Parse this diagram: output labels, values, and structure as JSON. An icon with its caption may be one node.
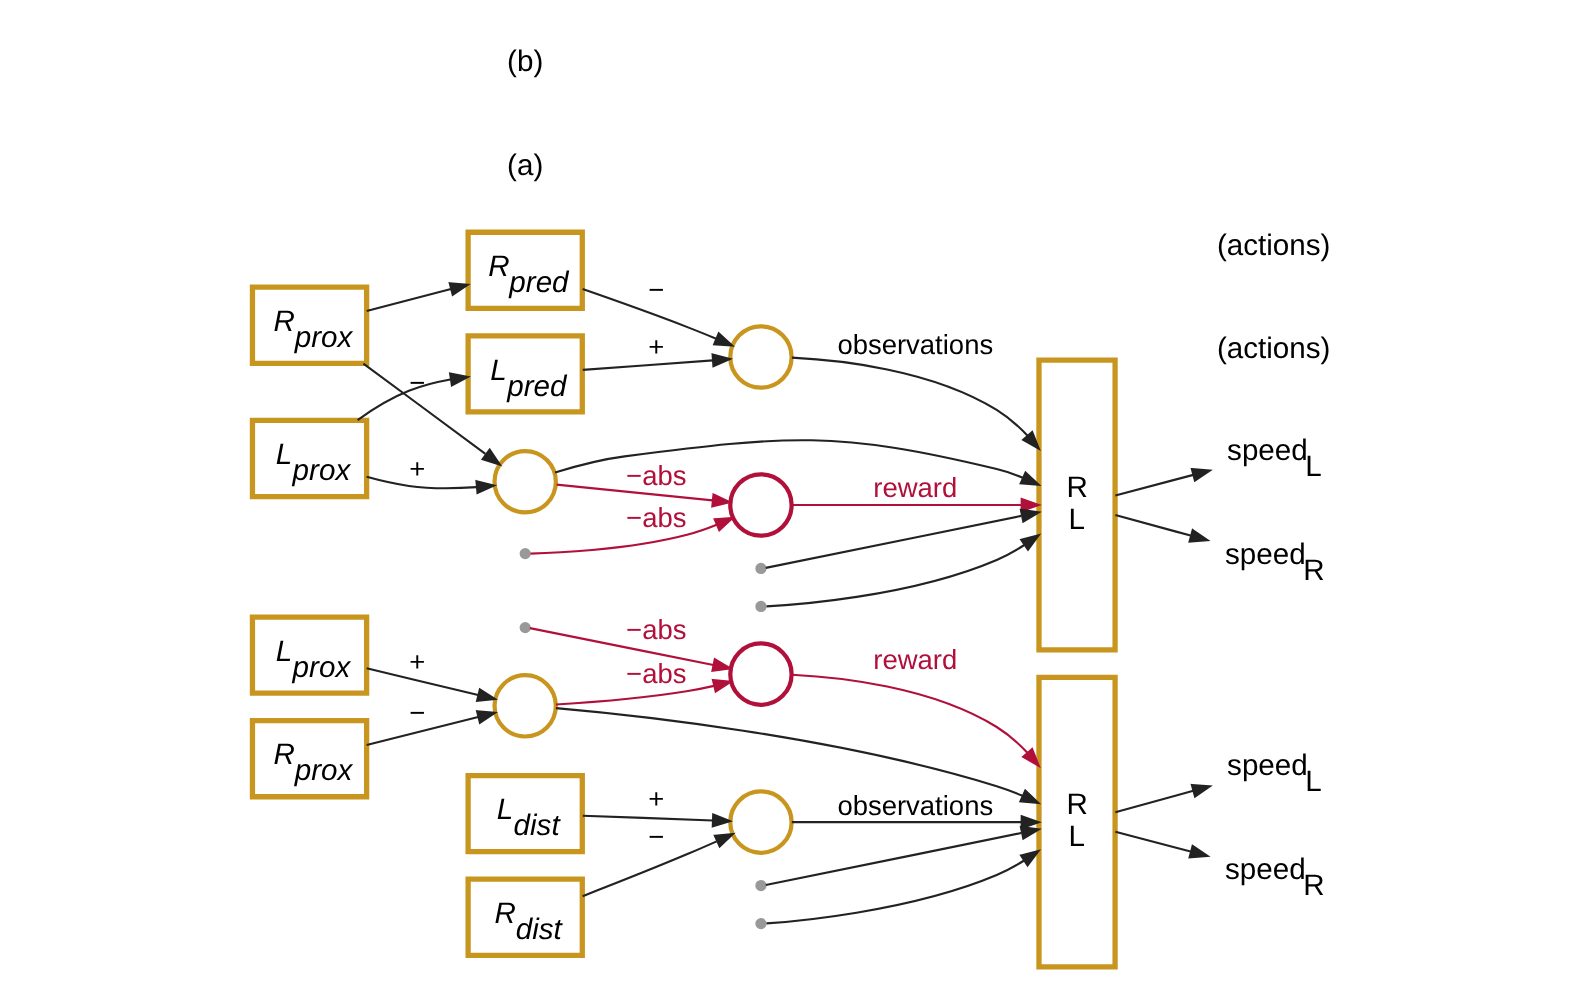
{
  "diagram": {
    "nodes": [
      {
        "text": [
          "L$_{dist}$"
        ]
      },
      {
        "text": [
          "R$_{dist}$"
        ]
      },
      {
        "text": [],
        "shape": "circle"
      },
      {
        "text": [
          "L$_{prox}$"
        ]
      },
      {
        "text": [
          "R$_{prox}$"
        ]
      },
      {
        "text": [],
        "shape": "circle"
      },
      {
        "text": [],
        "shape": "circle"
      },
      {
        "text": [
          "R L"
        ]
      },
      {
        "text": [
          "speed$_{L}$"
        ]
      },
      {
        "text": [
          "speed$_{R}$"
        ]
      },
      {
        "text": [
          "L$_{pred}$"
        ]
      },
      {
        "text": [
          "R$_{pred}$"
        ]
      },
      {
        "text": [],
        "shape": "circle"
      },
      {
        "text": [
          "L$_{prox}$"
        ]
      },
      {
        "text": [
          "R$_{prox}$"
        ]
      },
      {
        "text": [],
        "shape": "circle"
      },
      {
        "text": [],
        "shape": "circle"
      },
      {
        "text": [
          "R L"
        ]
      },
      {
        "text": [
          "speed$_{L}$"
        ]
      },
      {
        "text": [
          "speed$_{R}$"
        ]
      }
    ],
    "edges": [
      {
        "from": 0,
        "to": 2,
        "arrow": "to",
        "label": "+"
      },
      {
        "from": 1,
        "to": 2,
        "arrow": "to",
        "label": "−"
      },
      {
        "from": 2,
        "to": 7,
        "arrow": "to",
        "label": "observations"
      },
      {
        "from": 3,
        "to": 5,
        "arrow": "to",
        "label": "+"
      },
      {
        "from": 4,
        "to": 5,
        "arrow": "to",
        "label": "−"
      },
      {
        "from": 5,
        "to": 7,
        "arrow": "to"
      },
      {
        "from": 5,
        "to": 6,
        "arrow": "to",
        "label": "−abs",
        "color": "#b0103a"
      },
      {
        "from": null,
        "to": 6,
        "arrow": "to",
        "label": "−abs",
        "color": "#b0103a"
      },
      {
        "from": null,
        "to": 7,
        "arrow": "to"
      },
      {
        "from": null,
        "to": 7,
        "arrow": "to"
      },
      {
        "from": 6,
        "to": 7,
        "arrow": "to",
        "label": "reward",
        "color": "#b0103a"
      },
      {
        "from": 7,
        "to": 8,
        "arrow": "to"
      },
      {
        "from": 7,
        "to": 9,
        "arrow": "to"
      },
      {
        "from": 13,
        "to": 10,
        "arrow": "to"
      },
      {
        "from": 14,
        "to": 11,
        "arrow": "to"
      },
      {
        "from": 10,
        "to": 12,
        "arrow": "to",
        "label": "+"
      },
      {
        "from": 11,
        "to": 12,
        "arrow": "to",
        "label": "−"
      },
      {
        "from": 12,
        "to": 17,
        "arrow": "to",
        "label": "observations"
      },
      {
        "from": 13,
        "to": 15,
        "arrow": "to",
        "label": "+"
      },
      {
        "from": 14,
        "to": 15,
        "arrow": "to",
        "label": "−"
      },
      {
        "from": 15,
        "to": 17,
        "arrow": "to"
      },
      {
        "from": 15,
        "to": 16,
        "arrow": "to",
        "label": "−abs",
        "color": "#b0103a"
      },
      {
        "from": null,
        "to": 16,
        "arrow": "to",
        "label": "−abs",
        "color": "#b0103a"
      },
      {
        "from": null,
        "to": 17,
        "arrow": "to"
      },
      {
        "from": null,
        "to": 17,
        "arrow": "to"
      },
      {
        "from": 16,
        "to": 17,
        "arrow": "to",
        "label": "reward",
        "color": "#b0103a"
      },
      {
        "from": 17,
        "to": 18,
        "arrow": "to"
      },
      {
        "from": 17,
        "to": 19,
        "arrow": "to"
      }
    ],
    "labels": [
      "(a)",
      "(actions)",
      "(b)",
      "(actions)"
    ]
  }
}
